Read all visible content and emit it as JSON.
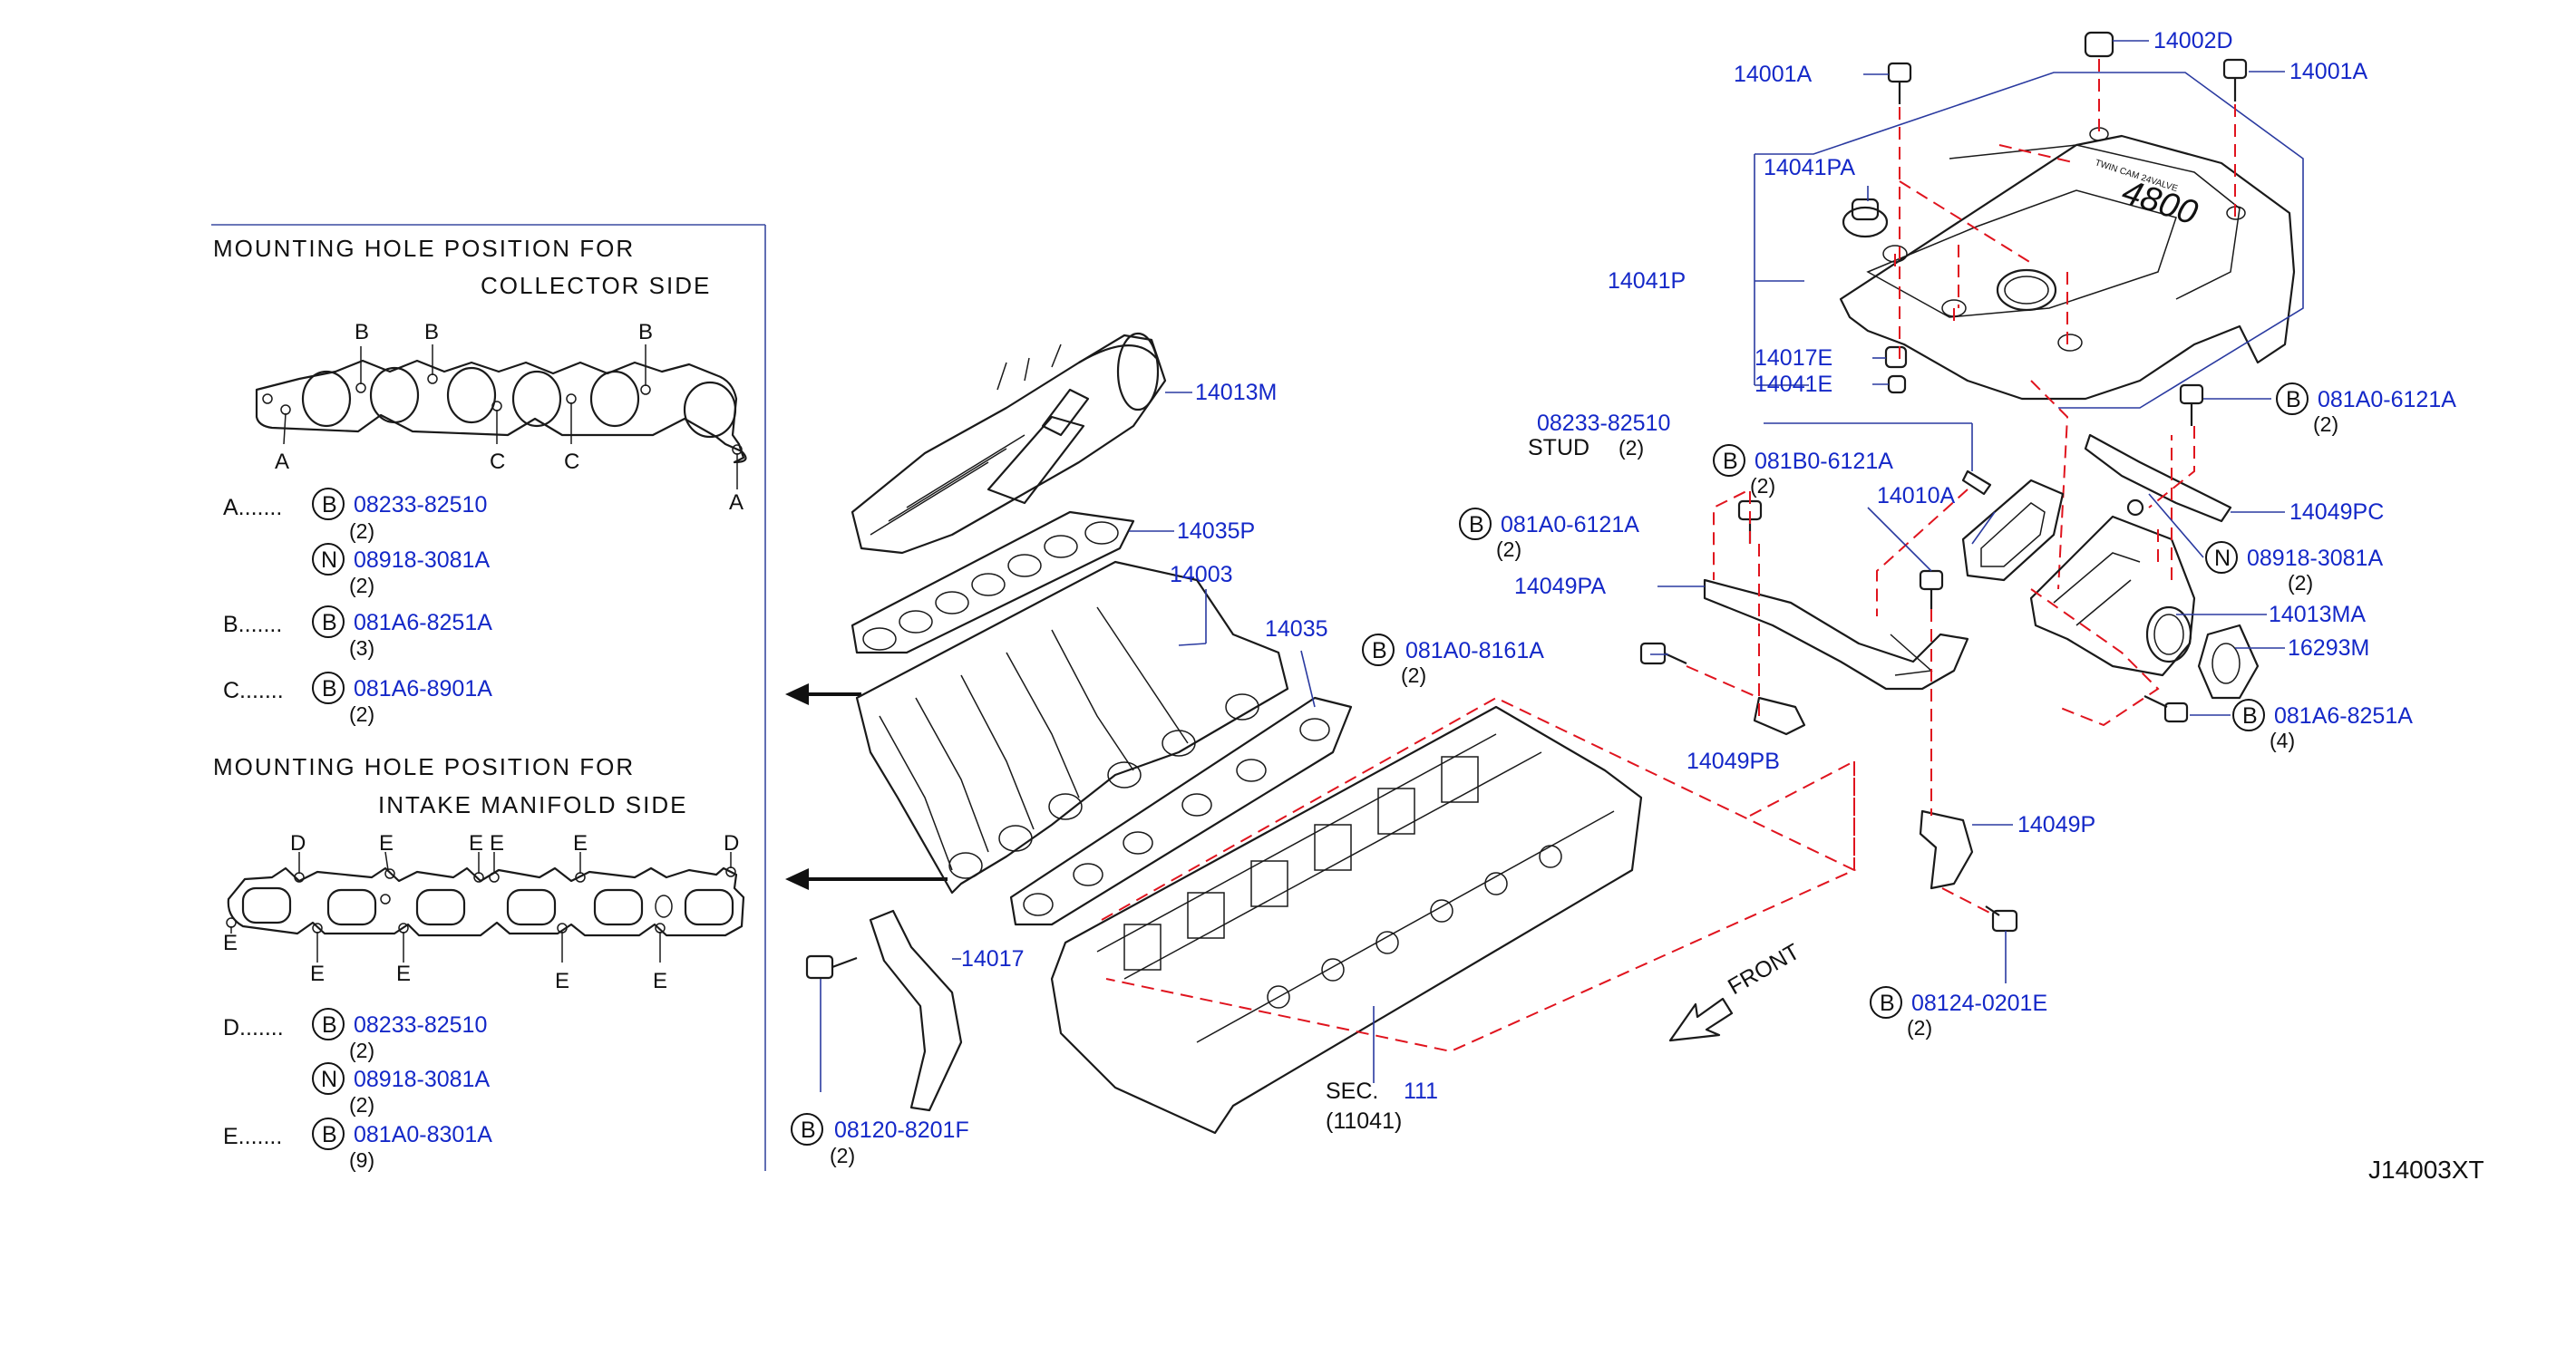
{
  "diagram_code": "J14003XT",
  "mounting_panel": {
    "collector_title_1": "MOUNTING    HOLE    POSITION    FOR",
    "collector_title_2": "COLLECTOR    SIDE",
    "intake_title_1": "MOUNTING    HOLE    POSITION    FOR",
    "intake_title_2": "INTAKE    MANIFOLD    SIDE",
    "pins": {
      "A": "A",
      "B": "B",
      "C": "C",
      "D": "D",
      "E": "E"
    },
    "legend": [
      {
        "key": "A.......",
        "badge": "B",
        "part": "08233-82510",
        "qty": "(2)"
      },
      {
        "key": "",
        "badge": "N",
        "part": "08918-3081A",
        "qty": "(2)"
      },
      {
        "key": "B.......",
        "badge": "B",
        "part": "081A6-8251A",
        "qty": "(3)"
      },
      {
        "key": "C.......",
        "badge": "B",
        "part": "081A6-8901A",
        "qty": "(2)"
      },
      {
        "key": "D.......",
        "badge": "B",
        "part": "08233-82510",
        "qty": "(2)"
      },
      {
        "key": "",
        "badge": "N",
        "part": "08918-3081A",
        "qty": "(2)"
      },
      {
        "key": "E.......",
        "badge": "B",
        "part": "081A0-8301A",
        "qty": "(9)"
      }
    ]
  },
  "parts": {
    "p14013M": "14013M",
    "p14035P": "14035P",
    "p14003": "14003",
    "p14035": "14035",
    "p14017": "14017",
    "p08120": "08120-8201F",
    "p08120_qty": "(2)",
    "p081A0_8161A": "081A0-8161A",
    "p081A0_8161A_qty": "(2)",
    "sec_label": "SEC.",
    "sec_num": "111",
    "sec_ref": "(11041)",
    "front": "FRONT",
    "p14001A_left": "14001A",
    "p14002D": "14002D",
    "p14001A_right": "14001A",
    "p14041PA": "14041PA",
    "p14041P": "14041P",
    "p14017E": "14017E",
    "p14041E": "14041E",
    "cover_badge": "4800",
    "cover_small": "TWIN  CAM  24VALVE",
    "stud_part": "08233-82510",
    "stud_label": "STUD",
    "stud_qty": "(2)",
    "p081B0": "081B0-6121A",
    "p081B0_qty": "(2)",
    "p14010A": "14010A",
    "p081A0_6121A_left": "081A0-6121A",
    "p081A0_6121A_left_qty": "(2)",
    "p14049PA": "14049PA",
    "p14049PB": "14049PB",
    "p081A0_6121A_right": "081A0-6121A",
    "p081A0_6121A_right_qty": "(2)",
    "p14049PC": "14049PC",
    "p08918": "08918-3081A",
    "p08918_qty": "(2)",
    "p14013MA": "14013MA",
    "p16293M": "16293M",
    "p081A6_8251A": "081A6-8251A",
    "p081A6_8251A_qty": "(4)",
    "p14049P": "14049P",
    "p08124": "08124-0201E",
    "p08124_qty": "(2)",
    "badge_B": "B",
    "badge_N": "N"
  }
}
